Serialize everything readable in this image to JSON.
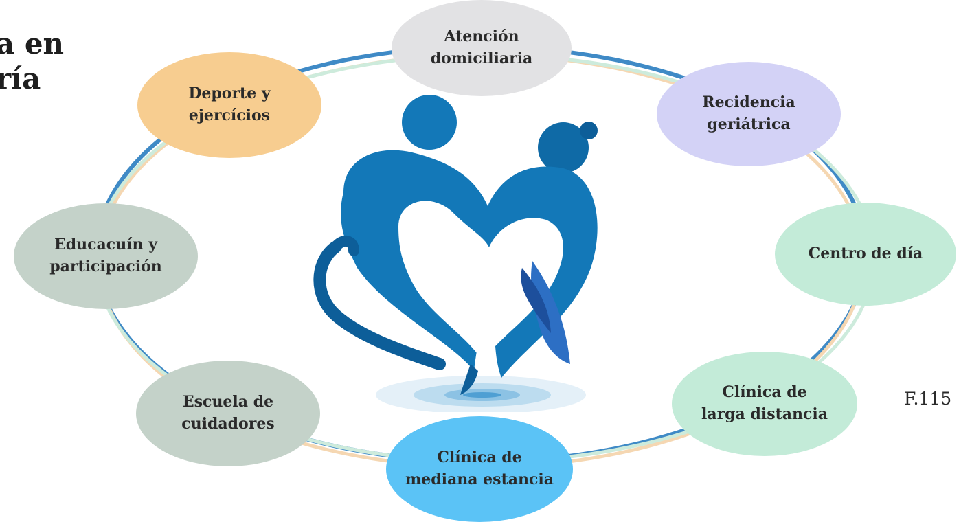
{
  "title_fragment": {
    "line1": "a en",
    "line2": "ría"
  },
  "nodes": {
    "atencion": {
      "label": "Atención\ndomiciliaria",
      "color": "#e2e2e4"
    },
    "recidencia": {
      "label": "Recidencia\ngeriátrica",
      "color": "#d3d2f6"
    },
    "centro": {
      "label": "Centro de día",
      "color": "#c3ebd8"
    },
    "clinica_larga": {
      "label": "Clínica de\nlarga distancia",
      "color": "#c3ebd8"
    },
    "clinica_mediana": {
      "label": "Clínica de\nmediana estancia",
      "color": "#5bc3f6"
    },
    "escuela": {
      "label": "Escuela de\ncuidadores",
      "color": "#c4d2c9"
    },
    "educacuin": {
      "label": "Educacuín y\nparticipación",
      "color": "#c4d2c9"
    },
    "deporte": {
      "label": "Deporte y\nejercícios",
      "color": "#f7cd90"
    }
  },
  "figure_label": "F.115",
  "center_icon": "elderly-couple-heart-icon",
  "ring_colors": [
    "#3f8ac6",
    "#f5d7b2",
    "#cdebdc"
  ],
  "logo_colors": {
    "primary": "#1378b8",
    "dark": "#0d5e99",
    "accent": "#2d6fc4",
    "heart_inner": "#ffffff",
    "puddle": "#dcecf6"
  }
}
